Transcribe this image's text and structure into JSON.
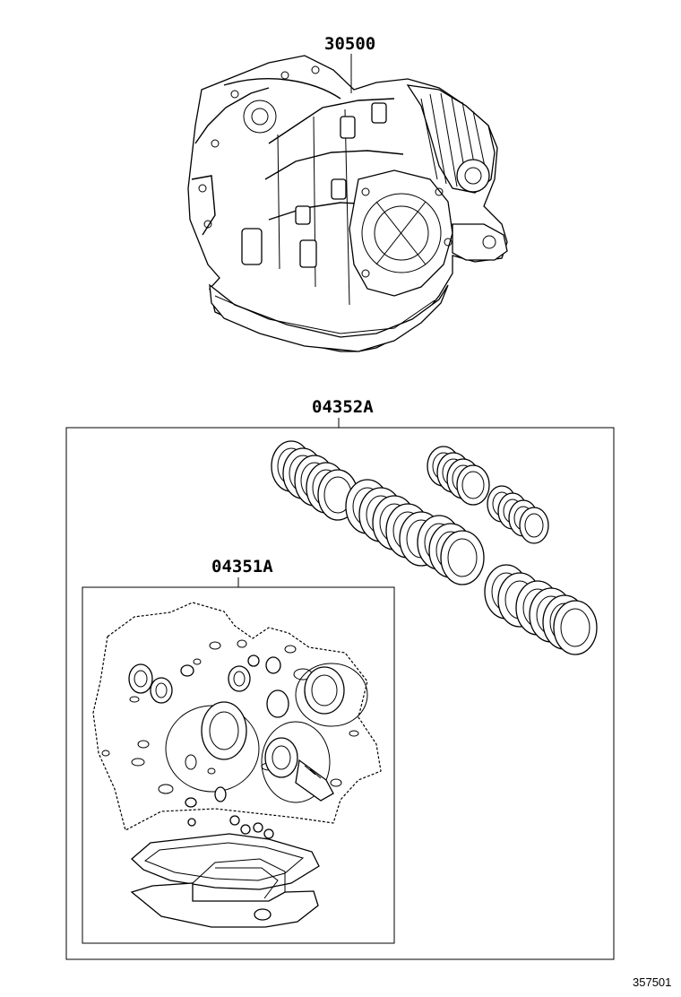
{
  "parts": {
    "transaxle_assy": {
      "callout": "30500"
    },
    "overhaul_kit_clutch": {
      "callout": "04352A"
    },
    "overhaul_kit_gasket": {
      "callout": "04351A"
    }
  },
  "figure_number": "357501"
}
